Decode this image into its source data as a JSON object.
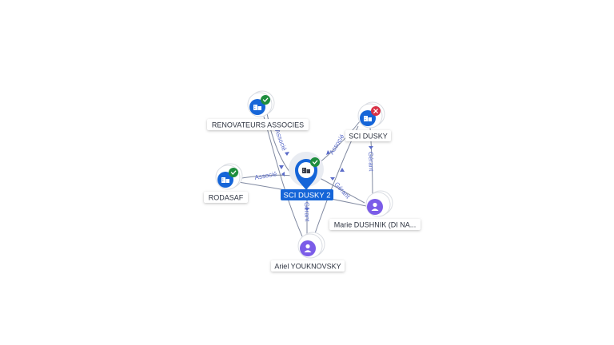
{
  "nodes": {
    "focus": {
      "label": "SCI DUSKY 2",
      "icon": "building-icon",
      "status": "active"
    },
    "renovateurs": {
      "label": "RENOVATEURS ASSOCIES",
      "icon": "building-icon",
      "status": "active"
    },
    "sci_dusky": {
      "label": "SCI DUSKY",
      "icon": "building-icon",
      "status": "closed"
    },
    "rodasaf": {
      "label": "RODASAF",
      "icon": "building-icon",
      "status": "active"
    },
    "marie": {
      "label": "Marie DUSHNIK (DI NA...",
      "icon": "person-icon"
    },
    "ariel": {
      "label": "Ariel YOUKNOVSKY",
      "icon": "person-icon"
    }
  },
  "edges": {
    "renovateurs_focus": "Associé",
    "sci_dusky_focus": "Associé",
    "rodasaf_focus": "Associé",
    "marie_focus": "Gérant",
    "marie_sci_dusky": "Gérant",
    "ariel_focus": "Gérant"
  },
  "colors": {
    "company": "#1565d8",
    "person": "#7b5ce8",
    "active": "#1e8e3e",
    "closed": "#d93045",
    "edge_label": "#5b6cc9"
  }
}
